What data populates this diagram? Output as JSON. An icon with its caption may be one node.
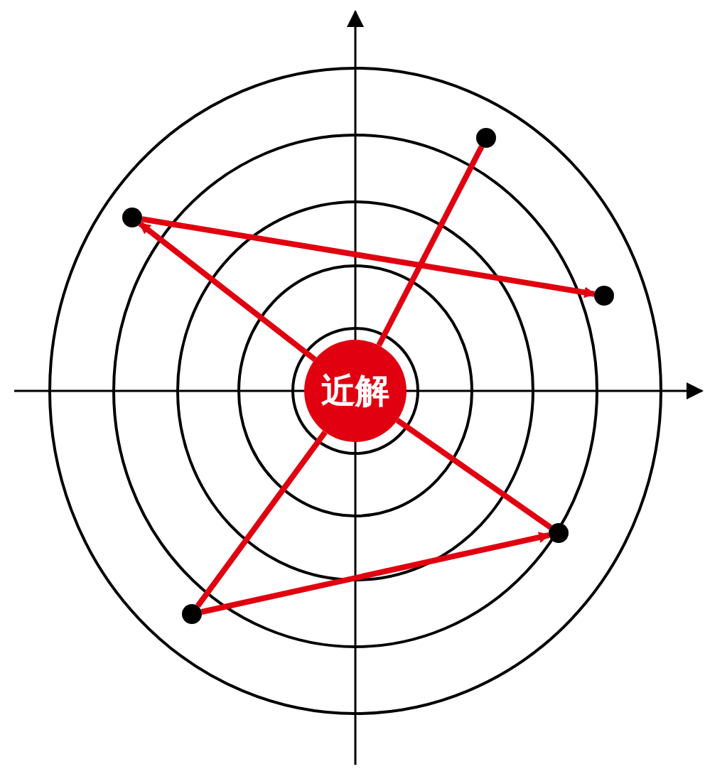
{
  "diagram": {
    "nodes": [
      {
        "text": [
          "近解"
        ]
      },
      {
        "text": [],
        "shape": "circle"
      },
      {
        "text": [],
        "shape": "circle"
      },
      {
        "text": [],
        "shape": "circle"
      },
      {
        "text": [],
        "shape": "circle"
      },
      {
        "text": [],
        "shape": "circle"
      }
    ],
    "edges": [
      {
        "from": 3,
        "to": 0,
        "arrow": "none"
      },
      {
        "from": 0,
        "to": 1,
        "arrow": "to"
      },
      {
        "from": 1,
        "to": 5,
        "arrow": "to"
      },
      {
        "from": 0,
        "to": 2,
        "arrow": "none"
      },
      {
        "from": 2,
        "to": 4,
        "arrow": "to"
      },
      {
        "from": 4,
        "to": 0,
        "arrow": "none"
      }
    ]
  }
}
